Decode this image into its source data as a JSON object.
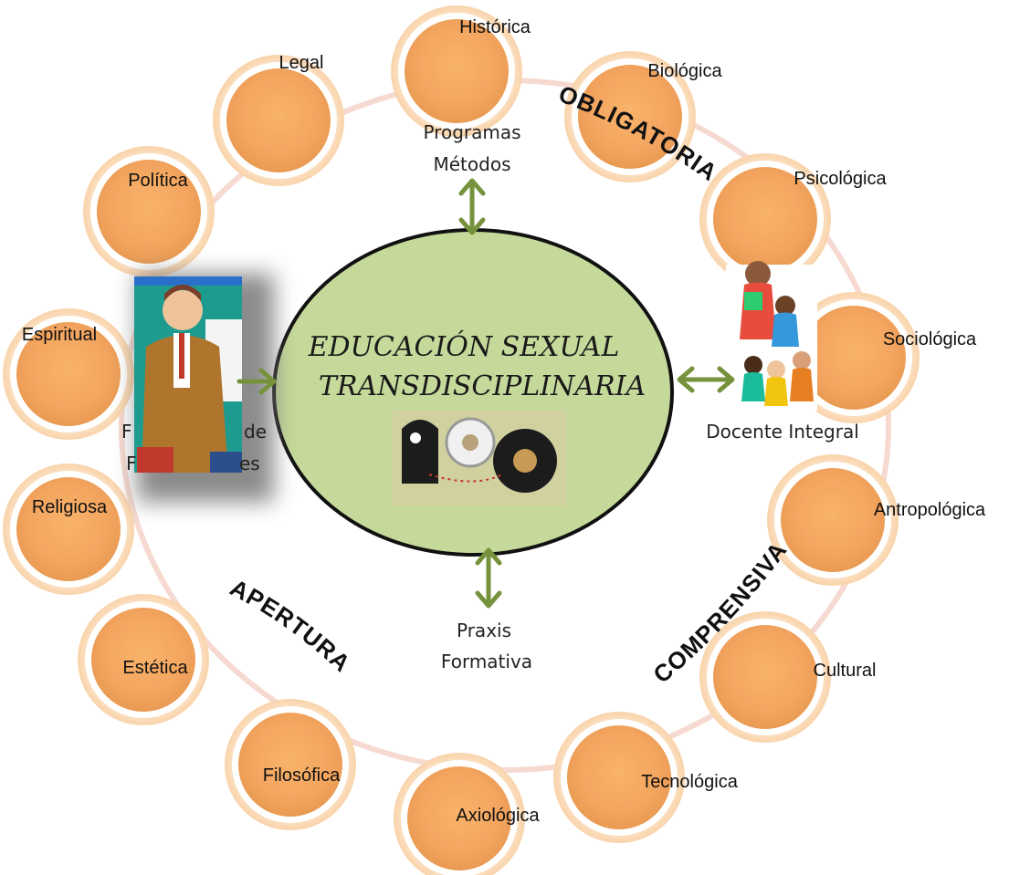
{
  "center": {
    "title_line1": "EDUCACIÓN SEXUAL",
    "title_line2": "TRANSDISCIPLINARIA"
  },
  "ring_nodes": [
    "Histórica",
    "Biológica",
    "Psicológica",
    "Sociológica",
    "Antropológica",
    "Cultural",
    "Tecnológica",
    "Axiológica",
    "Filosófica",
    "Estética",
    "Religiosa",
    "Espiritual",
    "Política",
    "Legal"
  ],
  "curved_words": {
    "top_right": "OBLIGATORIA",
    "bottom_right": "COMPRENSIVA",
    "bottom_left": "APERTURA"
  },
  "axes": {
    "top_line1": "Programas",
    "top_line2": "Métodos",
    "right": "Docente Integral",
    "bottom_line1": "Praxis",
    "bottom_line2": "Formativa",
    "left_line1": "F",
    "left_line1_end": "de",
    "left_line2": "F",
    "left_line2_end": "es"
  },
  "images": {
    "left_photo": "teacher-illustration",
    "right_photo": "teacher-reading-to-children-illustration",
    "center_graphic": "gears-and-heads-icon"
  },
  "colors": {
    "ellipse_fill": "#c5d99a",
    "ellipse_stroke": "#111111",
    "arrow_green": "#76923c",
    "bead_orange": "#f0a45a",
    "bead_ring": "#fbe3c4"
  }
}
